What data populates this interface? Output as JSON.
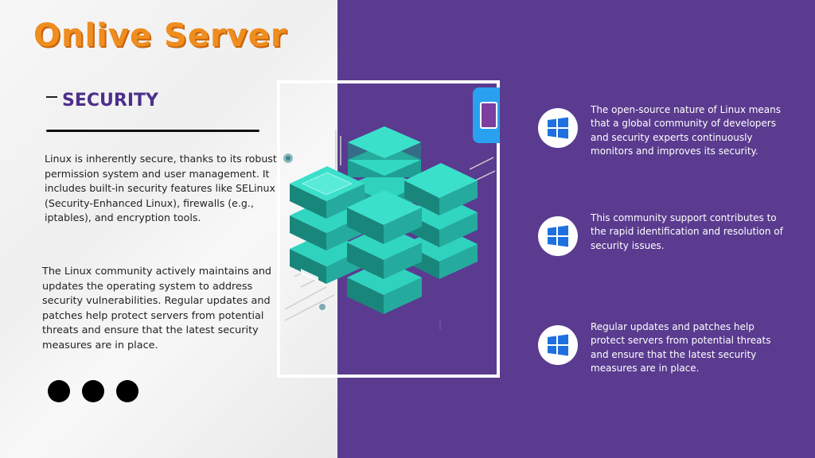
{
  "brand": {
    "logo_text": "Onlive Server"
  },
  "section": {
    "title": "SECURITY"
  },
  "paragraphs": {
    "p1": "Linux is inherently secure, thanks to its robust permission system and user management. It includes built-in security features like SELinux (Security-Enhanced Linux), firewalls (e.g., iptables), and encryption tools.",
    "p2": "The Linux community actively maintains and updates the operating system to address security vulnerabilities. Regular updates and patches help protect servers from potential threats and ensure that the latest security measures are in place."
  },
  "features": [
    {
      "text": "The open-source nature of Linux means that a global community of developers and security experts continuously monitors and improves its security.",
      "icon": "windows-logo-icon"
    },
    {
      "text": "This community support contributes to the rapid identification and resolution of security issues.",
      "icon": "windows-logo-icon"
    },
    {
      "text": "Regular updates and patches help protect servers from potential threats and ensure that the latest security measures are in place.",
      "icon": "windows-logo-icon"
    }
  ],
  "colors": {
    "left_background": "#f4f4f4",
    "right_background": "#5a3b8f",
    "logo_orange": "#ef8d1f",
    "title_purple": "#4d2f8b",
    "server_teal": "#2fd3bd",
    "windows_blue": "#1e6fe0"
  }
}
